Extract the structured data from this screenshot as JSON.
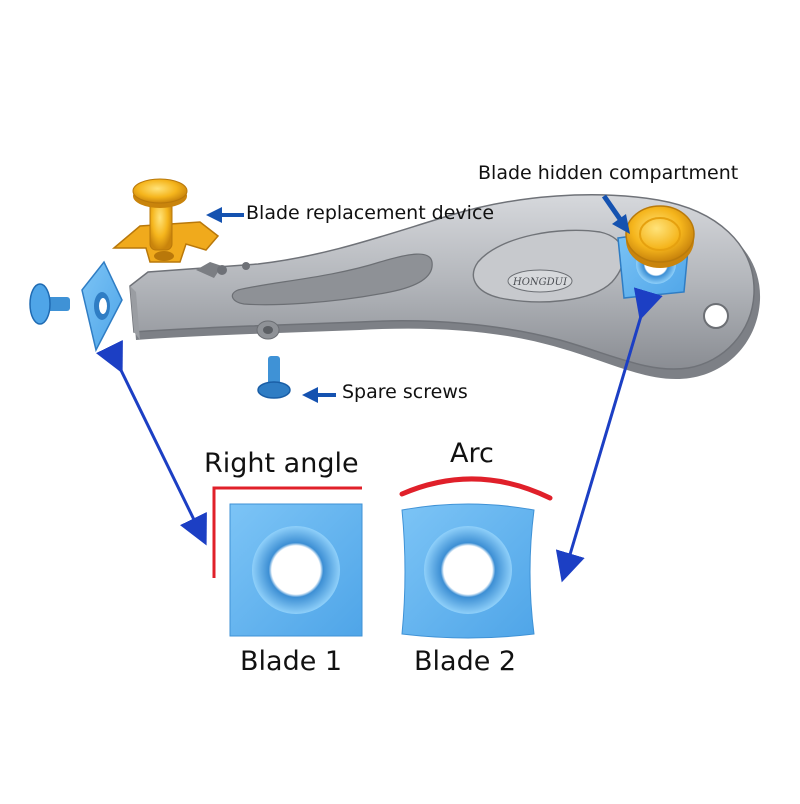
{
  "labels": {
    "blade_replacement_device": "Blade replacement device",
    "blade_hidden_compartment": "Blade hidden compartment",
    "spare_screws": "Spare screws",
    "right_angle": "Right angle",
    "arc": "Arc",
    "blade_1": "Blade 1",
    "blade_2": "Blade 2",
    "brand": "HONGDUI"
  },
  "colors": {
    "handle": "#b9bcc1",
    "handle_shadow": "#7d8086",
    "blade": "#6cb8f2",
    "blade_dark": "#3f92d6",
    "gold": "#f2b21a",
    "arrow_blue": "#1c3fc4",
    "callout_blue": "#1552b0",
    "accent_red": "#e0202a"
  },
  "icons": {
    "callout_arrow": "arrow-left-icon",
    "pointer_arrow": "double-headed-arrow-icon"
  }
}
